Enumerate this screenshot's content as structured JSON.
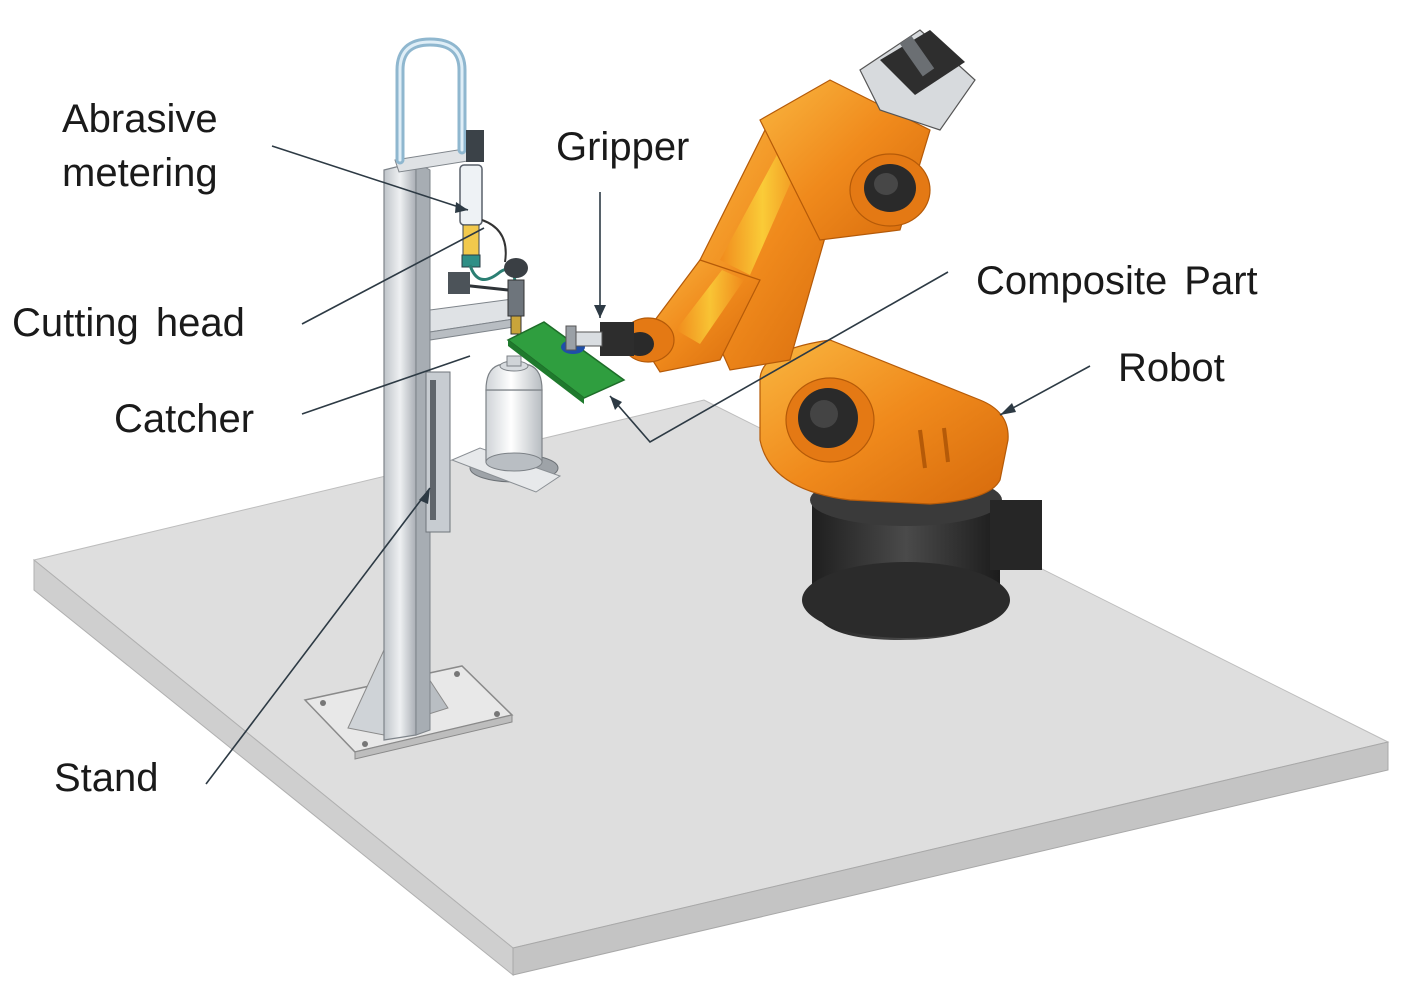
{
  "labels": {
    "abrasive_metering": "Abrasive\nmetering",
    "gripper": "Gripper",
    "composite_part": "Composite Part",
    "robot": "Robot",
    "cutting_head": "Cutting head",
    "catcher": "Catcher",
    "stand": "Stand"
  },
  "colors": {
    "platform_top": "#dcdcdc",
    "platform_edge": "#c2c2c2",
    "robot_orange": "#f08a1c",
    "robot_yellow": "#f7b81e",
    "robot_base": "#2b2b2b",
    "composite_part": "#2f9e3f",
    "stand_metal": "#d2d6da",
    "leader_line": "#333333"
  }
}
